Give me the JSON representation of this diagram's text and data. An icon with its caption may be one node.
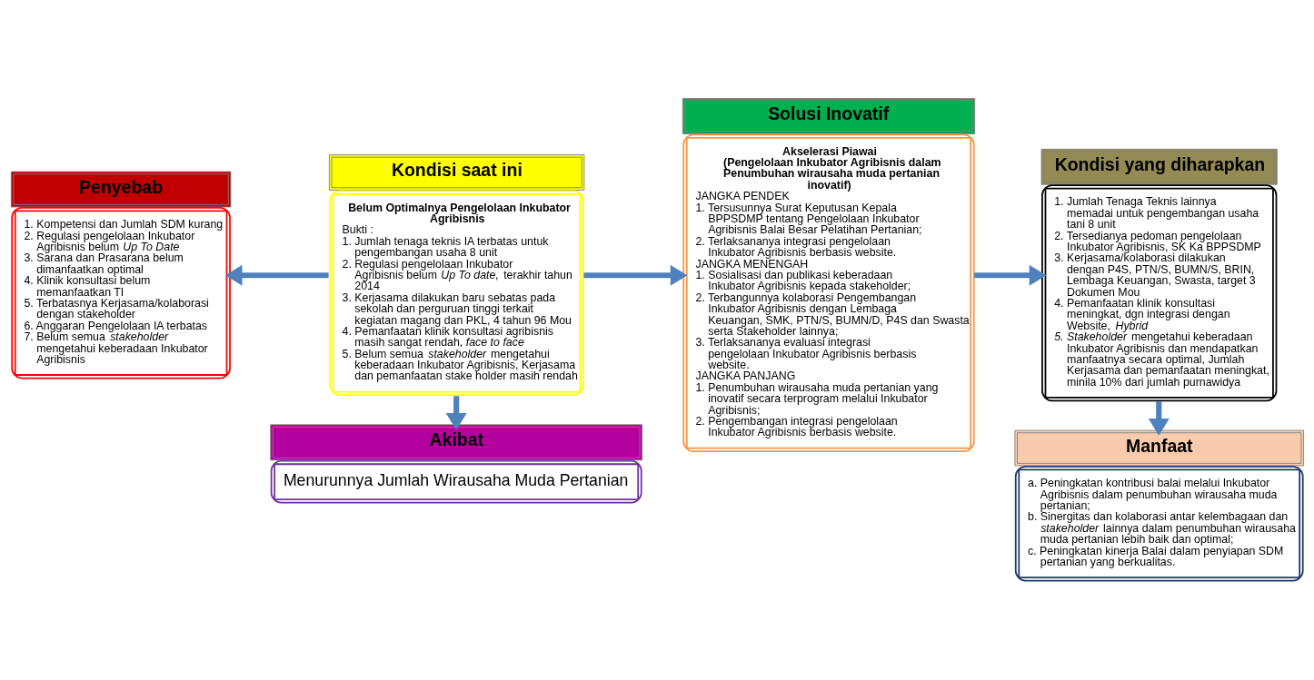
{
  "diagram": {
    "nodes": [
      {
        "text": [
          "Penyebab",
          "1. Kompetensi dan Jumlah SDM kurang",
          "2. Regulasi pengelolaan Inkubator Agribisnis belum *Up To Date*",
          "3. Sarana dan Prasarana belum dimanfaatkan optimal",
          "4. Klinik konsultasi belum memanfaatkan TI",
          "5. Terbatasnya Kerjasama/kolaborasi dengan stakeholder",
          "6. Anggaran Pengelolaan IA terbatas",
          "7. Belum semua *stakeholder* mengetahui keberadaan Inkubator Agribisnis"
        ]
      },
      {
        "text": [
          "Kondisi saat ini",
          "Belum Optimalnya Pengelolaan Inkubator Agribisnis",
          "Bukti :",
          "1. Jumlah tenaga teknis IA terbatas untuk pengembangan usaha 8 unit",
          "2. Regulasi pengelolaan Inkubator Agribisnis belum *Up To date,* terakhir tahun 2014",
          "3. Kerjasama dilakukan baru sebatas pada sekolah dan perguruan tinggi terkait kegiatan magang dan PKL, 4 tahun 96 Mou",
          "4. Pemanfaatan klinik konsultasi agribisnis masih sangat rendah, *face to face*",
          "5. Belum semua *stakeholder* mengetahui keberadaan Inkubator Agribisnis, Kerjasama dan pemanfaatan stake holder masih rendah"
        ]
      },
      {
        "text": [
          "Akibat",
          "Menurunnya Jumlah Wirausaha Muda Pertanian"
        ]
      },
      {
        "text": [
          "Solusi Inovatif",
          "Akselerasi Piawai",
          "(Pengelolaan Inkubator Agribisnis dalam Penumbuhan wirausaha muda pertanian inovatif)",
          "JANGKA PENDEK",
          "1. Tersusunnya Surat Keputusan Kepala BPPSDMP tentang Pengelolaan Inkubator Agribisnis Balai Besar Pelatihan Pertanian;",
          "2. Terlaksananya integrasi pengelolaan Inkubator Agribisnis berbasis website.",
          "JANGKA MENENGAH",
          "1. Sosialisasi dan publikasi keberadaan Inkubator Agribisnis kepada stakeholder;",
          "2. Terbangunnya kolaborasi Pengembangan Inkubator Agribisnis dengan Lembaga Keuangan, SMK, PTN/S, BUMN/D, P4S dan Swasta serta Stakeholder lainnya;",
          "3. Terlaksananya evaluasi integrasi pengelolaan Inkubator Agribisnis berbasis website.",
          "JANGKA PANJANG",
          "1. Penumbuhan wirausaha muda pertanian yang inovatif secara terprogram melalui Inkubator Agribisnis;",
          "2. Pengembangan integrasi pengelolaan Inkubator Agribisnis berbasis website."
        ]
      },
      {
        "text": [
          "Manfaat",
          "a. Peningkatan kontribusi balai melalui Inkubator Agribisnis dalam penumbuhan wirausaha muda pertanian;",
          "b. Sinergitas dan kolaborasi antar kelembagaan dan *stakeholder* lainnya dalam penumbuhan wirausaha muda pertanian lebih baik dan optimal;",
          "c. Peningkatan kinerja Balai dalam penyiapan SDM pertanian yang berkualitas."
        ]
      },
      {
        "text": [
          "Kondisi yang diharapkan",
          "1. Jumlah Tenaga Teknis lainnya memadai untuk pengembangan usaha tani 8 unit",
          "2. Tersedianya pedoman pengelolaan Inkubator Agribisnis, SK Ka BPPSDMP",
          "3. Kerjasama/kolaborasi dilakukan dengan P4S, PTN/S, BUMN/S, BRIN, Lembaga Keuangan, Swasta, target 3 Dokumen Mou",
          "4. Pemanfaatan klinik konsultasi meningkat, dgn integrasi dengan Website, *Hybrid*",
          "*5. Stakeholder* mengetahui keberadaan Inkubator Agribisnis dan mendapatkan manfaatnya secara optimal, Jumlah Kerjasama dan pemanfaatan meningkat, minila 10% dari jumlah purnawidya"
        ]
      }
    ],
    "edges": [
      {
        "from": 1,
        "to": 0,
        "arrow": "to"
      },
      {
        "from": 1,
        "to": 2,
        "arrow": "to"
      },
      {
        "from": 1,
        "to": 3,
        "arrow": "to"
      },
      {
        "from": 3,
        "to": 5,
        "arrow": "to"
      },
      {
        "from": 5,
        "to": 4,
        "arrow": "to"
      }
    ]
  }
}
